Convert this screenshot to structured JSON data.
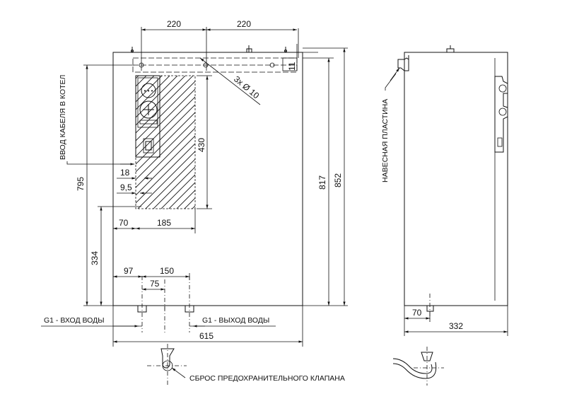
{
  "front_view": {
    "dims": {
      "top_left_220": "220",
      "top_right_220": "220",
      "holes": "3x Ø 10",
      "right_11": "11",
      "h430": "430",
      "h817": "817",
      "h852": "852",
      "h795": "795",
      "h334": "334",
      "d18": "18",
      "d9_5": "9,5",
      "d70": "70",
      "d185": "185",
      "d97": "97",
      "d150": "150",
      "d75": "75",
      "w615": "615"
    },
    "labels": {
      "cable_entry": "ВВОД КАБЕЛЯ В КОТЕЛ",
      "water_in": "G1 - ВХОД ВОДЫ",
      "water_out": "G1 - ВЫХОД ВОДЫ",
      "relief_drain": "СБРОС ПРЕДОХРАНИТЕЛЬНОГО КЛАПАНА"
    }
  },
  "side_view": {
    "dims": {
      "d70": "70",
      "d332": "332"
    },
    "labels": {
      "mounting_plate": "НАВЕСНАЯ ПЛАСТИНА"
    }
  }
}
